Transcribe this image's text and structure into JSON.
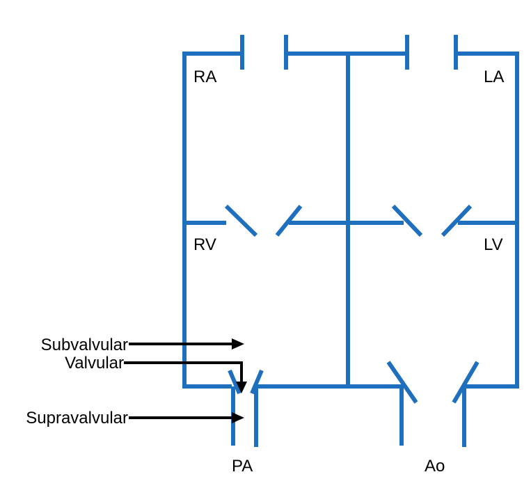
{
  "colors": {
    "wall": "#1f6fbf",
    "arrow": "#000000",
    "background": "#ffffff"
  },
  "chambers": {
    "ra": "RA",
    "la": "LA",
    "rv": "RV",
    "lv": "LV"
  },
  "vessels": {
    "pa": "PA",
    "ao": "Ao"
  },
  "annotations": {
    "subvalvular": "Subvalvular",
    "valvular": "Valvular",
    "supravalvular": "Supravalvular"
  }
}
